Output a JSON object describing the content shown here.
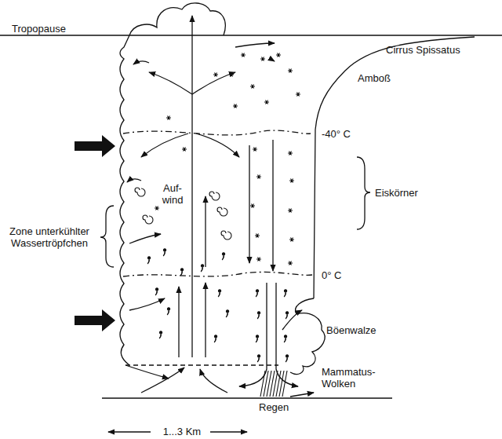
{
  "diagram": {
    "labels": [
      "Tropopause",
      "Cirrus Spissatus",
      "Amboß",
      "-40° C",
      "Eiskörner",
      "Auf- wind",
      "Zone unterkühlter Wassertröpfchen",
      "0° C",
      "Böenwalze",
      "Mammatus- Wolken",
      "Regen",
      "1...3 Km"
    ]
  }
}
